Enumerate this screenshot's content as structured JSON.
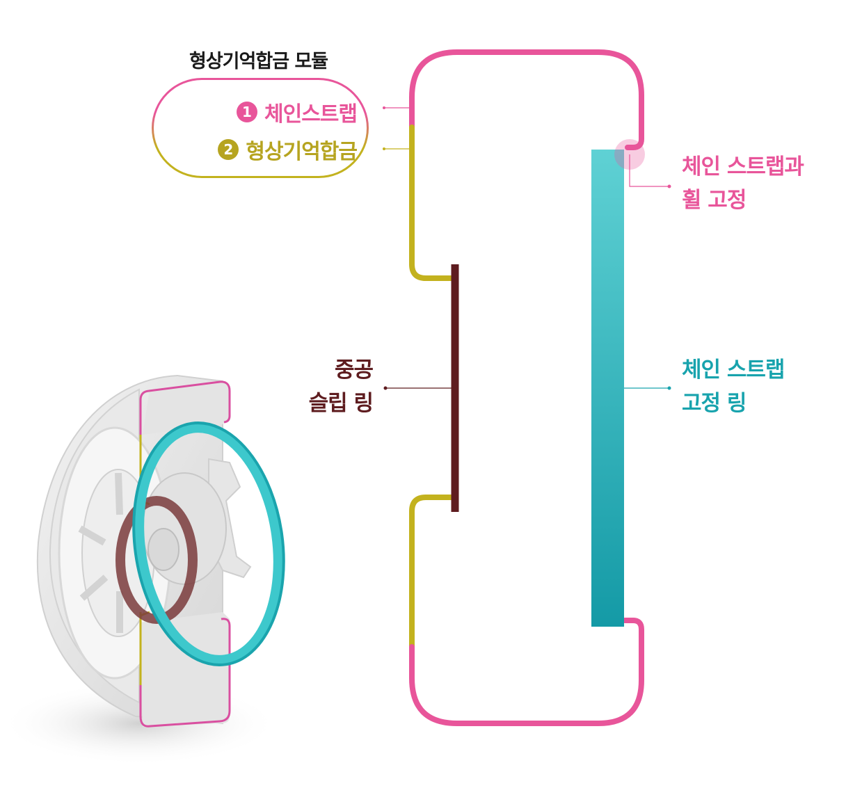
{
  "module": {
    "title": "형상기억합금 모듈",
    "items": [
      {
        "number": "1",
        "label": "체인스트랩",
        "color": "#e8559a"
      },
      {
        "number": "2",
        "label": "형상기억합금",
        "color": "#c3b21e"
      }
    ]
  },
  "labels": {
    "slip_ring_line1": "중공",
    "slip_ring_line2": "슬립 링",
    "wheel_fix_line1": "체인 스트랩과",
    "wheel_fix_line2": "휠 고정",
    "fix_ring_line1": "체인 스트랩",
    "fix_ring_line2": "고정 링"
  },
  "colors": {
    "chain_strap": "#e8559a",
    "shape_memory_alloy": "#c3b21e",
    "slip_ring": "#5e1c1f",
    "fixing_ring": "#2cb6bf"
  }
}
